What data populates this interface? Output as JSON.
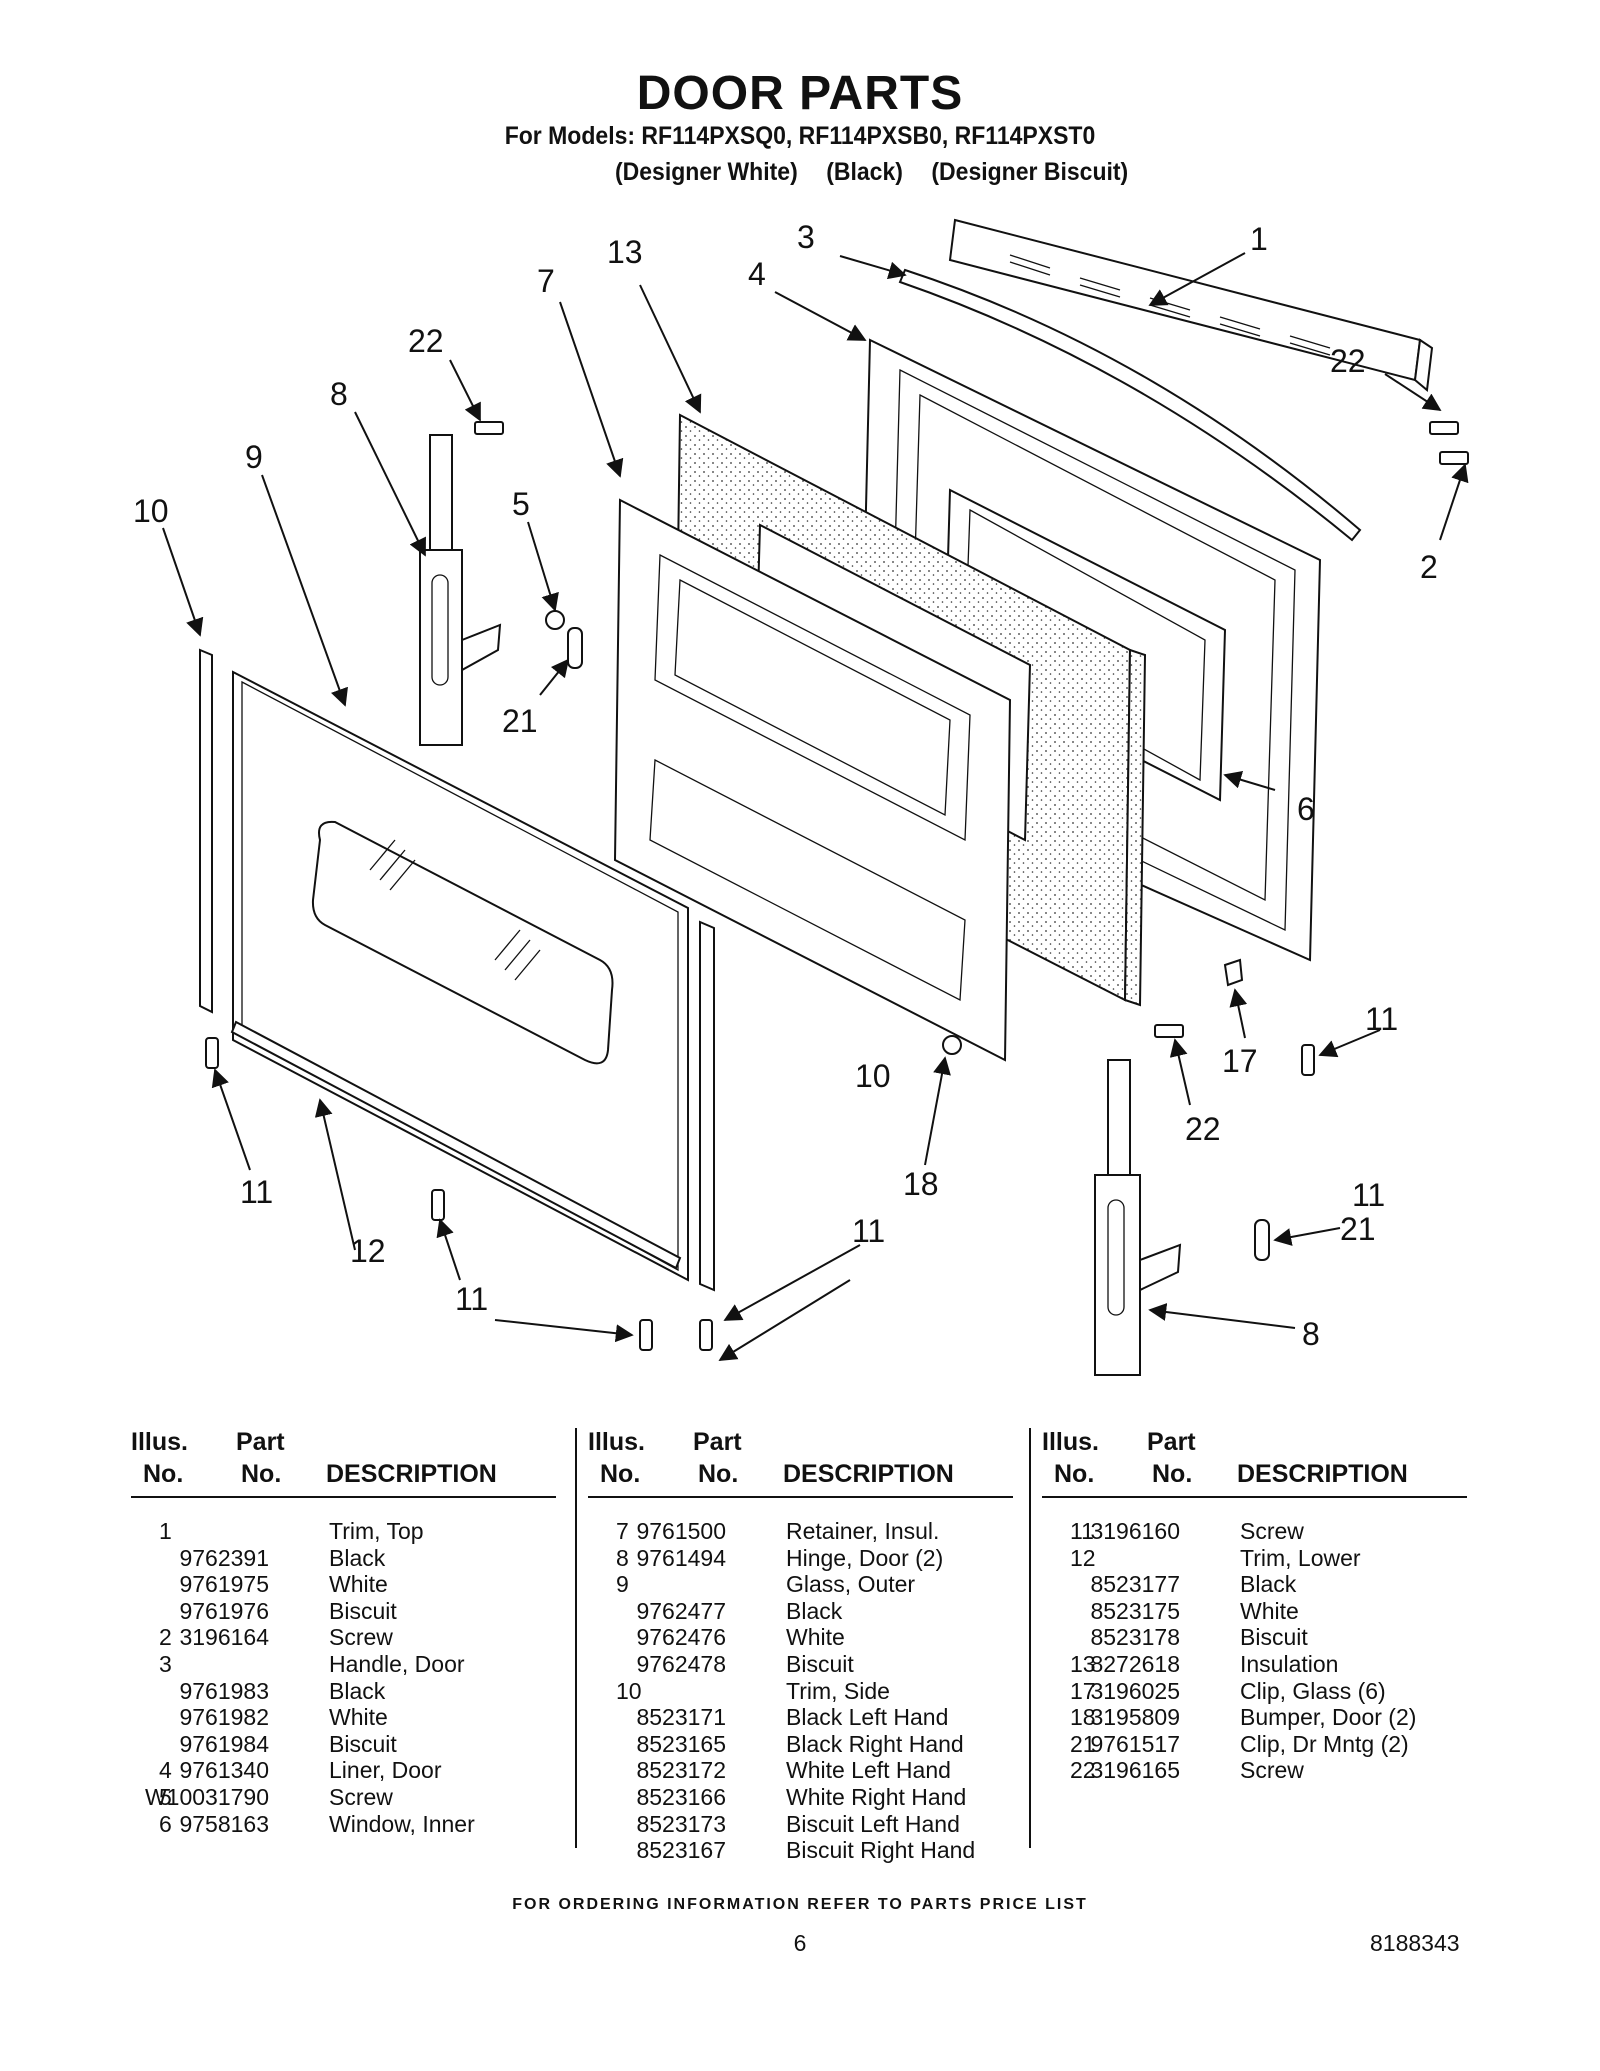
{
  "header": {
    "title": "DOOR PARTS",
    "models": "For Models: RF114PXSQ0, RF114PXSB0, RF114PXST0",
    "variants": [
      "(Designer White)",
      "(Black)",
      "(Designer Biscuit)"
    ]
  },
  "callouts": [
    "1",
    "2",
    "3",
    "4",
    "5",
    "6",
    "7",
    "8",
    "8",
    "9",
    "10",
    "10",
    "11",
    "11",
    "11",
    "11",
    "11",
    "12",
    "13",
    "17",
    "18",
    "21",
    "21",
    "22",
    "22",
    "22"
  ],
  "table_headers": {
    "illus": [
      "Illus.",
      "No."
    ],
    "part": [
      "Part",
      "No."
    ],
    "description": "DESCRIPTION"
  },
  "columns": [
    [
      {
        "illus": "1",
        "part": "",
        "desc": "Trim, Top"
      },
      {
        "illus": "",
        "part": "9762391",
        "desc": "Black"
      },
      {
        "illus": "",
        "part": "9761975",
        "desc": "White"
      },
      {
        "illus": "",
        "part": "9761976",
        "desc": "Biscuit"
      },
      {
        "illus": "2",
        "part": "3196164",
        "desc": "Screw"
      },
      {
        "illus": "3",
        "part": "",
        "desc": "Handle, Door"
      },
      {
        "illus": "",
        "part": "9761983",
        "desc": "Black"
      },
      {
        "illus": "",
        "part": "9761982",
        "desc": "White"
      },
      {
        "illus": "",
        "part": "9761984",
        "desc": "Biscuit"
      },
      {
        "illus": "4",
        "part": "9761340",
        "desc": "Liner, Door"
      },
      {
        "illus": "5",
        "part": "W10031790",
        "desc": "Screw"
      },
      {
        "illus": "6",
        "part": "9758163",
        "desc": "Window, Inner"
      }
    ],
    [
      {
        "illus": "7",
        "part": "9761500",
        "desc": "Retainer, Insul."
      },
      {
        "illus": "8",
        "part": "9761494",
        "desc": "Hinge, Door (2)"
      },
      {
        "illus": "9",
        "part": "",
        "desc": "Glass, Outer"
      },
      {
        "illus": "",
        "part": "9762477",
        "desc": "Black"
      },
      {
        "illus": "",
        "part": "9762476",
        "desc": "White"
      },
      {
        "illus": "",
        "part": "9762478",
        "desc": "Biscuit"
      },
      {
        "illus": "10",
        "part": "",
        "desc": "Trim, Side"
      },
      {
        "illus": "",
        "part": "8523171",
        "desc": "Black Left Hand"
      },
      {
        "illus": "",
        "part": "8523165",
        "desc": "Black Right Hand"
      },
      {
        "illus": "",
        "part": "8523172",
        "desc": "White Left Hand"
      },
      {
        "illus": "",
        "part": "8523166",
        "desc": "White Right Hand"
      },
      {
        "illus": "",
        "part": "8523173",
        "desc": "Biscuit Left Hand"
      },
      {
        "illus": "",
        "part": "8523167",
        "desc": "Biscuit Right Hand"
      }
    ],
    [
      {
        "illus": "11",
        "part": "3196160",
        "desc": "Screw"
      },
      {
        "illus": "12",
        "part": "",
        "desc": "Trim, Lower"
      },
      {
        "illus": "",
        "part": "8523177",
        "desc": "Black"
      },
      {
        "illus": "",
        "part": "8523175",
        "desc": "White"
      },
      {
        "illus": "",
        "part": "8523178",
        "desc": "Biscuit"
      },
      {
        "illus": "13",
        "part": "8272618",
        "desc": "Insulation"
      },
      {
        "illus": "17",
        "part": "3196025",
        "desc": "Clip, Glass (6)"
      },
      {
        "illus": "18",
        "part": "3195809",
        "desc": "Bumper, Door (2)"
      },
      {
        "illus": "21",
        "part": "9761517",
        "desc": "Clip, Dr Mntg (2)"
      },
      {
        "illus": "22",
        "part": "3196165",
        "desc": "Screw"
      }
    ]
  ],
  "footer": "FOR ORDERING INFORMATION REFER TO PARTS PRICE LIST",
  "page_number": "6",
  "doc_number": "8188343"
}
